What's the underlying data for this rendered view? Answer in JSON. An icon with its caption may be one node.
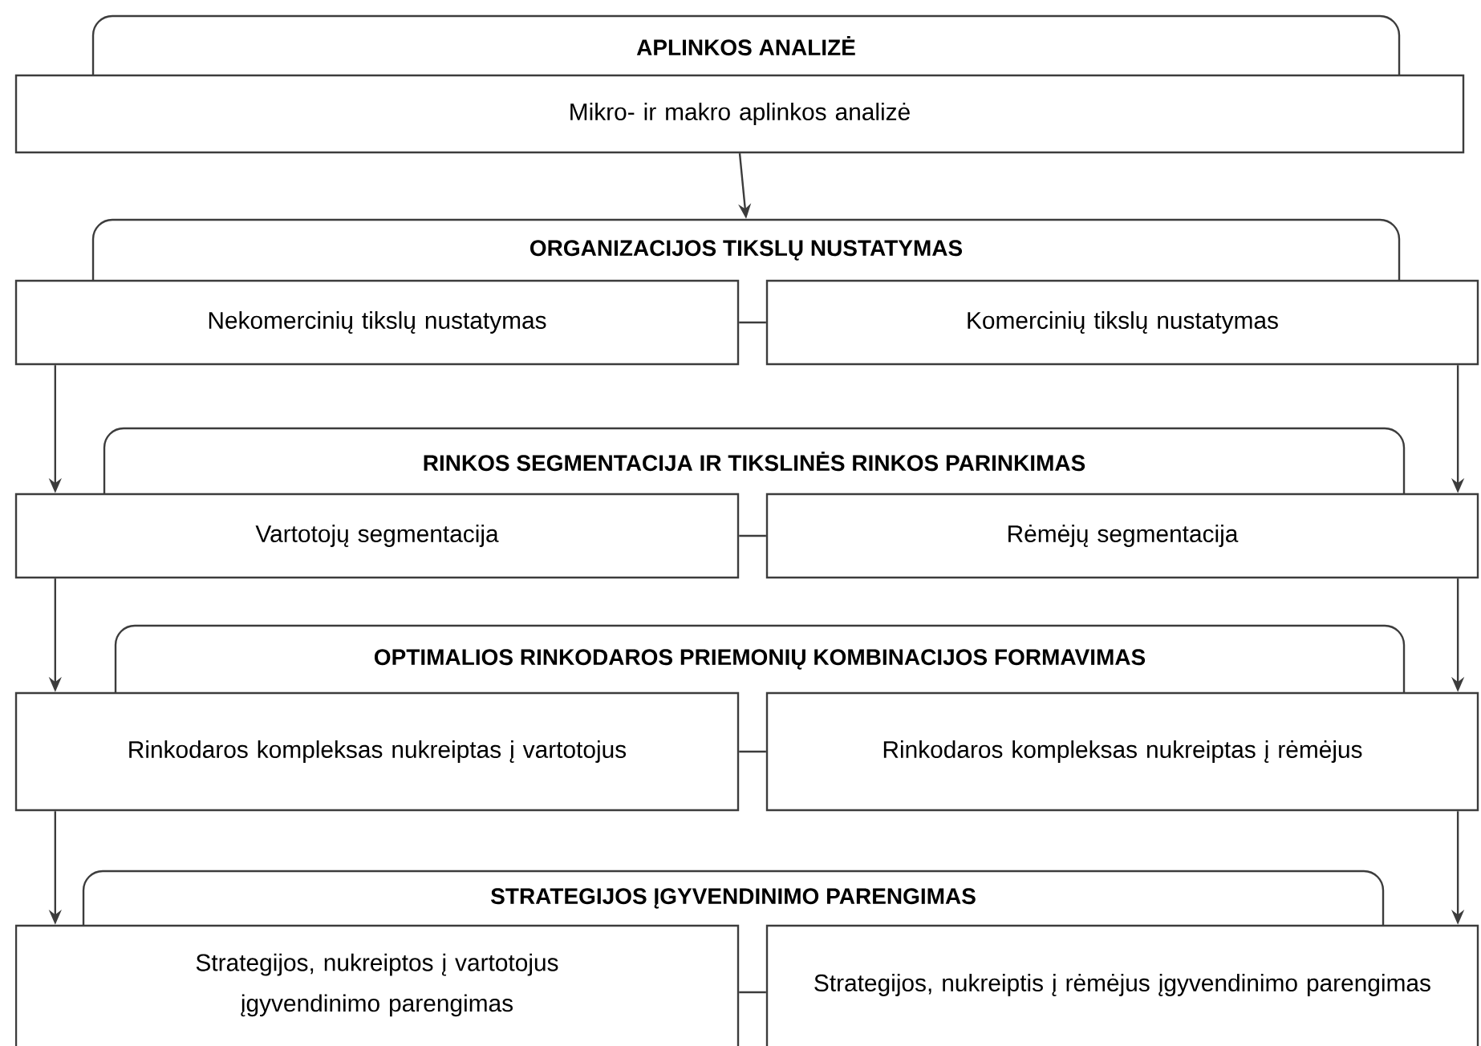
{
  "diagram": {
    "nodes": [
      {
        "text": [
          "APLINKOS ANALIZĖ"
        ]
      },
      {
        "text": [
          "Mikro- ir makro aplinkos analizė"
        ]
      },
      {
        "text": [
          "ORGANIZACIJOS TIKSLŲ NUSTATYMAS"
        ]
      },
      {
        "text": [
          "Nekomercinių tikslų nustatymas"
        ]
      },
      {
        "text": [
          "Komercinių tikslų nustatymas"
        ]
      },
      {
        "text": [
          "RINKOS SEGMENTACIJA IR TIKSLINĖS RINKOS PARINKIMAS"
        ]
      },
      {
        "text": [
          "Vartotojų segmentacija"
        ]
      },
      {
        "text": [
          "Rėmėjų segmentacija"
        ]
      },
      {
        "text": [
          "OPTIMALIOS RINKODAROS PRIEMONIŲ KOMBINACIJOS FORMAVIMAS"
        ]
      },
      {
        "text": [
          "Rinkodaros kompleksas nukreiptas į vartotojus"
        ]
      },
      {
        "text": [
          "Rinkodaros kompleksas nukreiptas į rėmėjus"
        ]
      },
      {
        "text": [
          "STRATEGIJOS ĮGYVENDINIMO PARENGIMAS"
        ]
      },
      {
        "text": [
          "Strategijos, nukreiptos į vartotojus įgyvendinimo parengimas"
        ]
      },
      {
        "text": [
          "Strategijos, nukreiptis į rėmėjus įgyvendinimo parengimas"
        ]
      }
    ],
    "edges": [
      {
        "from": 1,
        "to": 2,
        "arrow": "to"
      },
      {
        "from": 3,
        "to": 4,
        "arrow": "none"
      },
      {
        "from": 3,
        "to": 6,
        "arrow": "to"
      },
      {
        "from": 4,
        "to": 7,
        "arrow": "to"
      },
      {
        "from": 6,
        "to": 7,
        "arrow": "none"
      },
      {
        "from": 6,
        "to": 9,
        "arrow": "to"
      },
      {
        "from": 7,
        "to": 10,
        "arrow": "to"
      },
      {
        "from": 9,
        "to": 10,
        "arrow": "none"
      },
      {
        "from": 9,
        "to": 12,
        "arrow": "to"
      },
      {
        "from": 10,
        "to": 13,
        "arrow": "to"
      },
      {
        "from": 12,
        "to": 13,
        "arrow": "none"
      }
    ]
  }
}
